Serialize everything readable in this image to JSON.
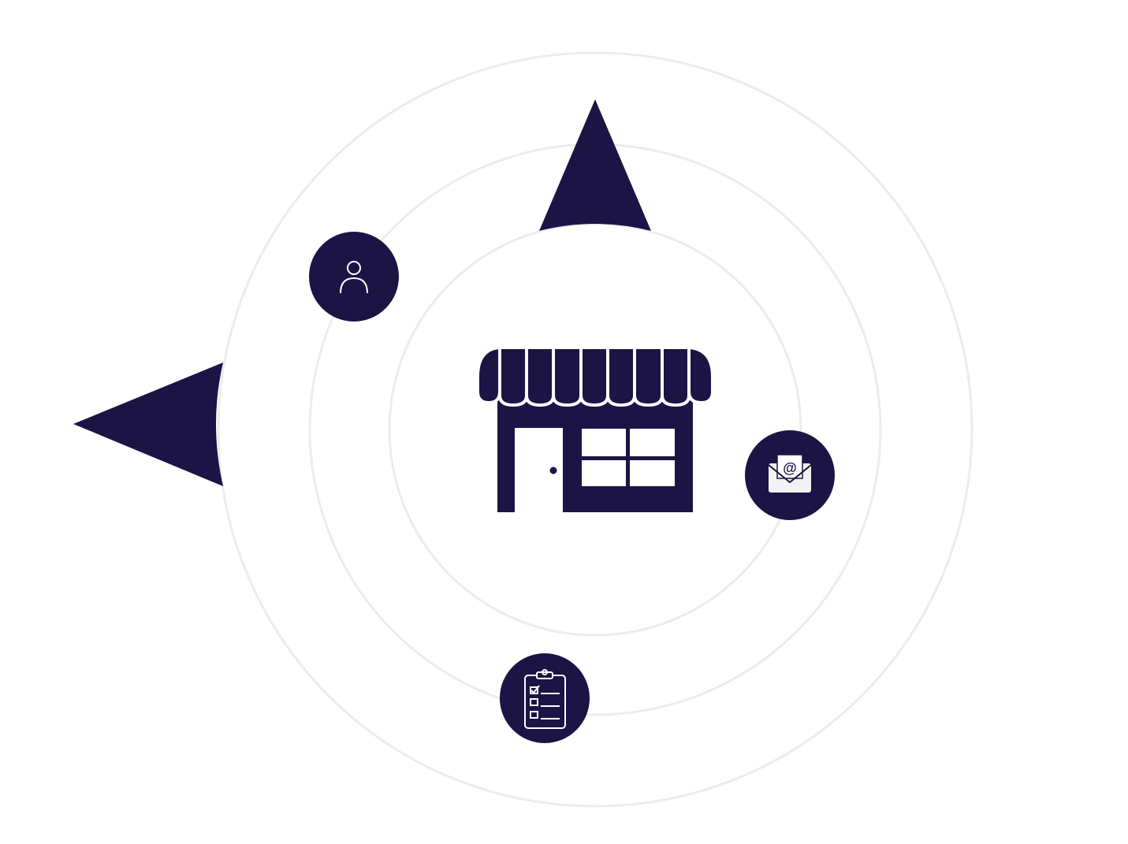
{
  "colors": {
    "background": "#ffffff",
    "primary": "#1b1444",
    "ring": "#ececec",
    "icon_stroke": "#ffffff",
    "envelope_fill": "#f2f2f2"
  },
  "diagram": {
    "center_icon": "storefront-icon",
    "pointers": [
      {
        "name": "pointer-up",
        "direction": "up"
      },
      {
        "name": "pointer-left",
        "direction": "left"
      }
    ],
    "nodes": [
      {
        "name": "user-node",
        "icon": "user-icon"
      },
      {
        "name": "email-node",
        "icon": "email-envelope-icon",
        "icon_text": "@"
      },
      {
        "name": "checklist-node",
        "icon": "clipboard-checklist-icon"
      }
    ]
  }
}
